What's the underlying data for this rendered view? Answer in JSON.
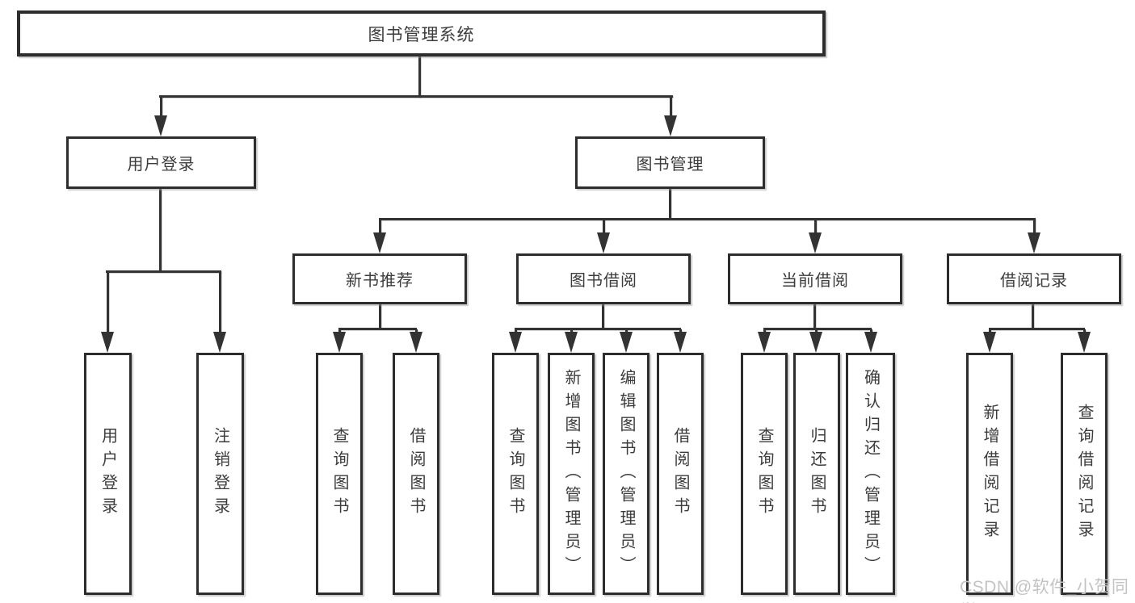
{
  "tree": {
    "label": "图书管理系统",
    "children": [
      {
        "label": "用户登录",
        "children": [
          {
            "label": "用户登录"
          },
          {
            "label": "注销登录"
          }
        ]
      },
      {
        "label": "图书管理",
        "children": [
          {
            "label": "新书推荐",
            "children": [
              {
                "label": "查询图书"
              },
              {
                "label": "借阅图书"
              }
            ]
          },
          {
            "label": "图书借阅",
            "children": [
              {
                "label": "查询图书"
              },
              {
                "label": "新增图书（管理员）"
              },
              {
                "label": "编辑图书（管理员）"
              },
              {
                "label": "借阅图书"
              }
            ]
          },
          {
            "label": "当前借阅",
            "children": [
              {
                "label": "查询图书"
              },
              {
                "label": "归还图书"
              },
              {
                "label": "确认归还（管理员）"
              }
            ]
          },
          {
            "label": "借阅记录",
            "children": [
              {
                "label": "新增借阅记录"
              },
              {
                "label": "查询借阅记录"
              }
            ]
          }
        ]
      }
    ]
  },
  "watermark": "CSDN @软件_小贺同学",
  "colors": {
    "line": "#333333",
    "box_border": "#2d2d2d",
    "text": "#3c3c3c",
    "watermark": "#c3c3c3",
    "background": "#ffffff"
  }
}
